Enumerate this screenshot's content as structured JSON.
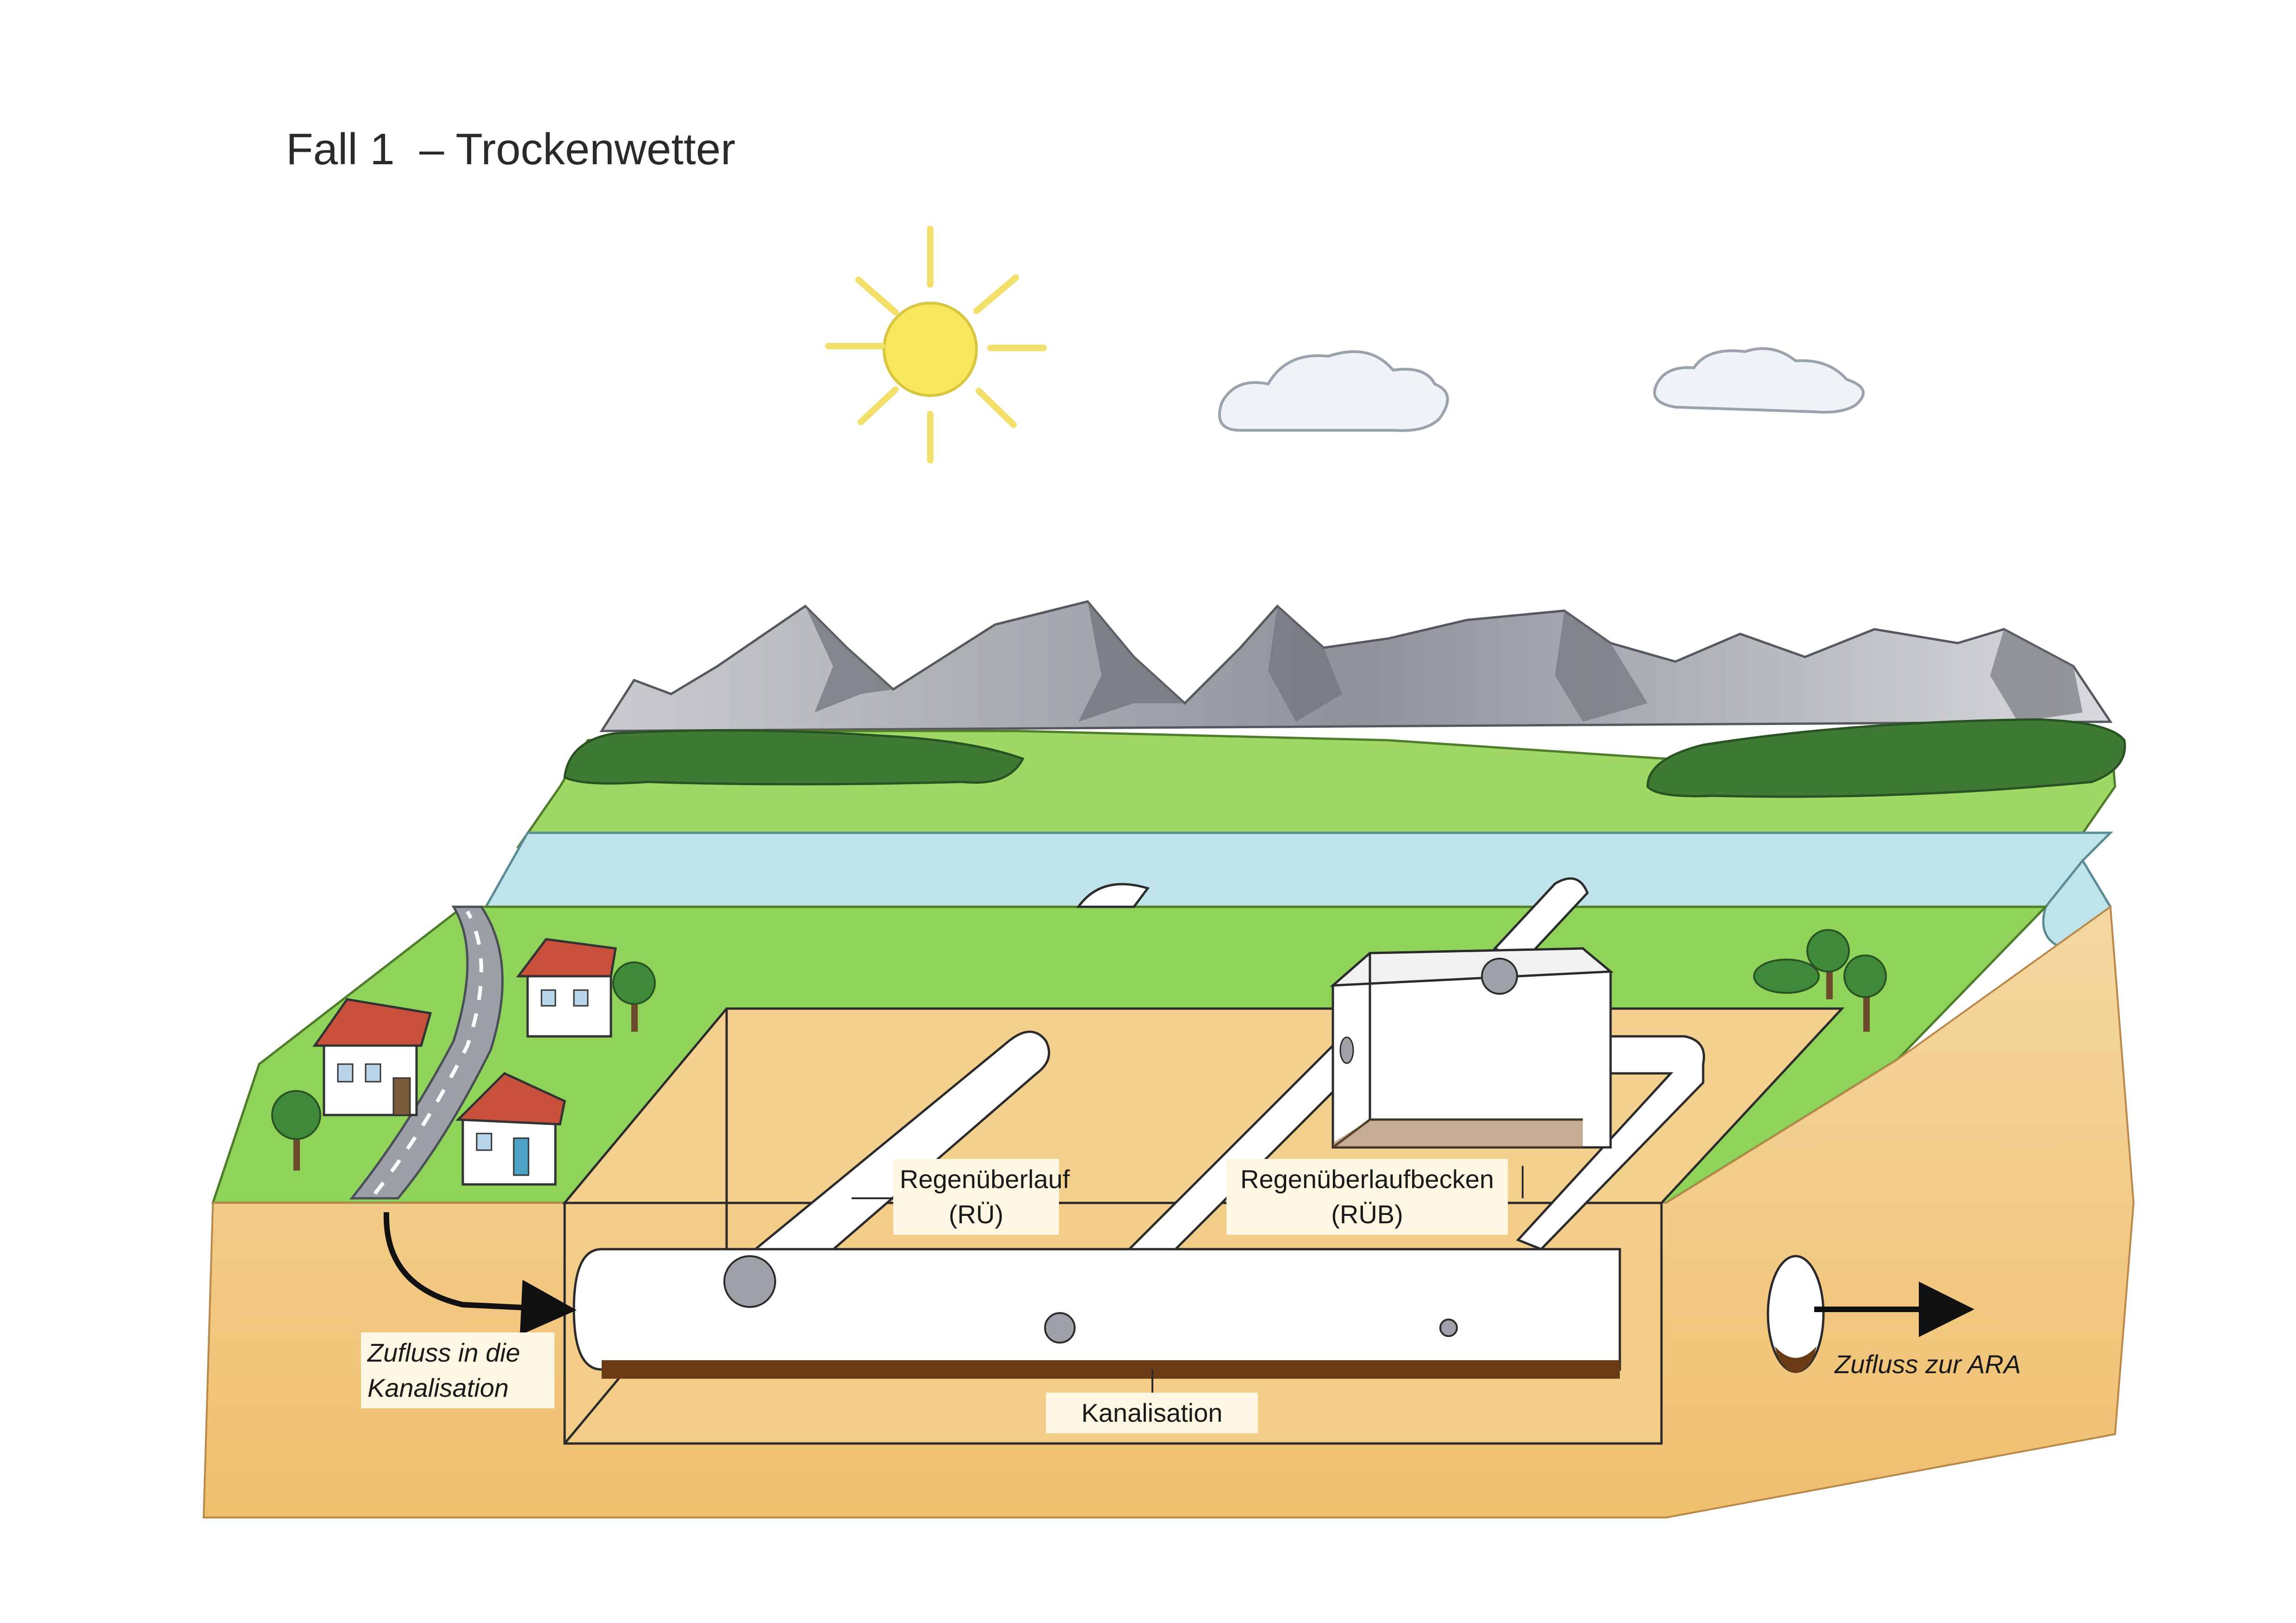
{
  "title": "Fall 1  – Trockenwetter",
  "labels": {
    "regenueberlauf": {
      "line1": "Regenüberlauf",
      "line2": "(RÜ)"
    },
    "regenueberlaufbecken": {
      "line1": "Regenüberlaufbecken",
      "line2": "(RÜB)"
    },
    "kanalisation": "Kanalisation",
    "zufluss_kanalisation": {
      "line1": "Zufluss in die",
      "line2": "Kanalisation"
    },
    "zufluss_ara": "Zufluss zur ARA"
  },
  "colors": {
    "sky": "#ffffff",
    "sun": "#f6e85a",
    "cloud": "#eef3f8",
    "mountain": "#9a9ca3",
    "grass": "#8fd35a",
    "forest": "#3f7a35",
    "river": "#bfe3ea",
    "soil": "#f3c983",
    "pipe": "#ffffff",
    "sewage": "#6b3b16",
    "label_bg": "#fdf6e3"
  }
}
